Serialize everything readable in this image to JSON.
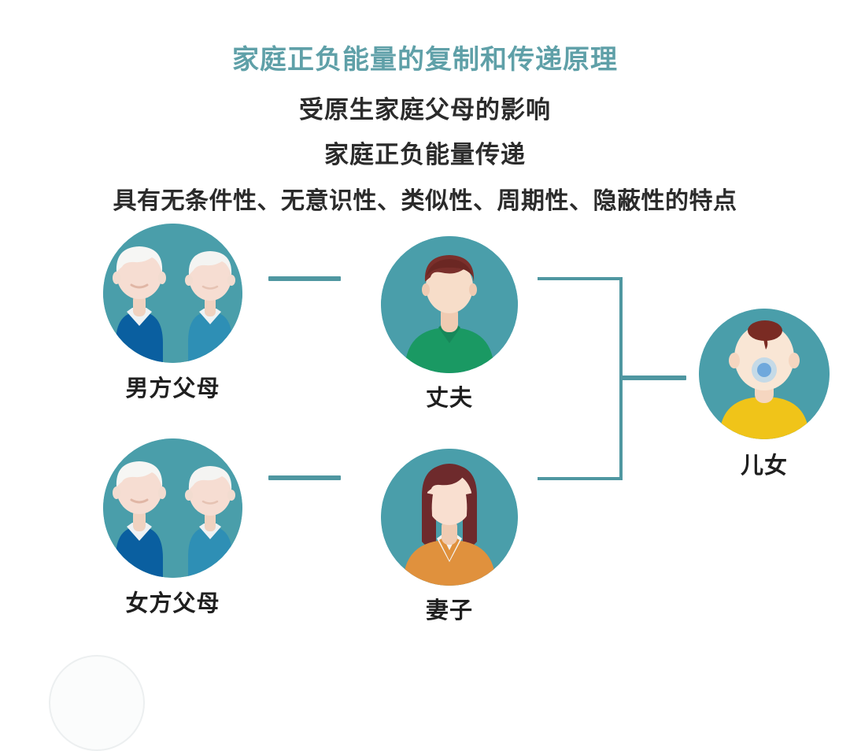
{
  "heading": {
    "title": "家庭正负能量的复制和传递原理",
    "title_color": "#5fa0a8",
    "subtitle_1": "受原生家庭父母的影响",
    "subtitle_2": "家庭正负能量传递",
    "subtitle_3": "具有无条件性、无意识性、类似性、周期性、隐蔽性的特点",
    "subtitle_color": "#2b2b2b"
  },
  "theme": {
    "background": "#ffffff",
    "avatar_circle_fill": "#4a9eaa",
    "connector_color": "#4f97a1",
    "label_color": "#1f1f1f"
  },
  "diagram": {
    "nodes": [
      {
        "id": "husband-parents",
        "label": "男方父母",
        "icon": "elderly-couple-avatar-icon",
        "description": "两位白发老人，左侧穿深蓝色上衣，右侧穿青蓝色上衣"
      },
      {
        "id": "husband",
        "label": "丈夫",
        "icon": "man-avatar-icon",
        "description": "深红棕色短发男性，穿绿色上衣"
      },
      {
        "id": "wife-parents",
        "label": "女方父母",
        "icon": "elderly-couple-avatar-icon",
        "description": "两位白发老人，左侧穿深蓝色上衣，右侧穿青蓝色上衣"
      },
      {
        "id": "wife",
        "label": "妻子",
        "icon": "woman-avatar-icon",
        "description": "深红棕色长发女性，穿橙色V领上衣，白色衬衫领"
      },
      {
        "id": "child",
        "label": "儿女",
        "icon": "baby-avatar-icon",
        "description": "婴儿，头顶一撮深棕色头发，含蓝色奶嘴，穿黄色上衣"
      }
    ],
    "connectors": [
      {
        "id": "husband-parents-to-husband",
        "from": "husband-parents",
        "to": "husband",
        "shape": "line"
      },
      {
        "id": "wife-parents-to-wife",
        "from": "wife-parents",
        "to": "wife",
        "shape": "line"
      },
      {
        "id": "couple-bracket",
        "from": "husband+wife",
        "to": "child",
        "shape": "bracket"
      },
      {
        "id": "bracket-to-child",
        "from": "couple-bracket",
        "to": "child",
        "shape": "line"
      }
    ]
  },
  "colors": {
    "elder_hair": "#f2f2f0",
    "elder_skin": "#f6ddd2",
    "elder_shirt_left": "#0a5fa0",
    "elder_shirt_right": "#2e8fb5",
    "man_hair": "#7a2f2b",
    "man_shirt": "#1a9963",
    "man_skin": "#f7ddc9",
    "woman_hair": "#6e2a2c",
    "woman_shirt": "#e0913d",
    "woman_collar": "#f4f2ef",
    "baby_hair": "#7a2b23",
    "baby_skin": "#f9e6d5",
    "baby_shirt": "#f0c419",
    "pacifier": "#6fa8dc"
  }
}
